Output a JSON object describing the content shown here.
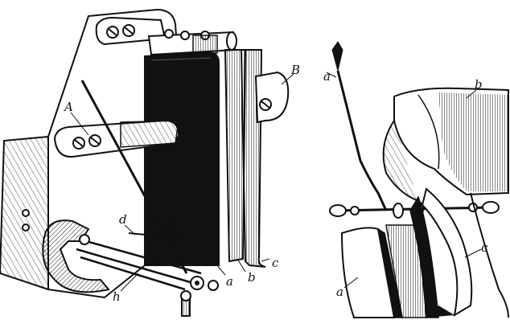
{
  "left_figure": {
    "labels": {
      "A": "A",
      "B": "B",
      "a": "a",
      "b": "b",
      "c": "c",
      "d": "d",
      "h": "h"
    }
  },
  "right_figure": {
    "labels": {
      "a": "a",
      "b": "b",
      "c": "c"
    }
  },
  "colors": {
    "ink": "#111111",
    "paper": "#ffffff"
  }
}
